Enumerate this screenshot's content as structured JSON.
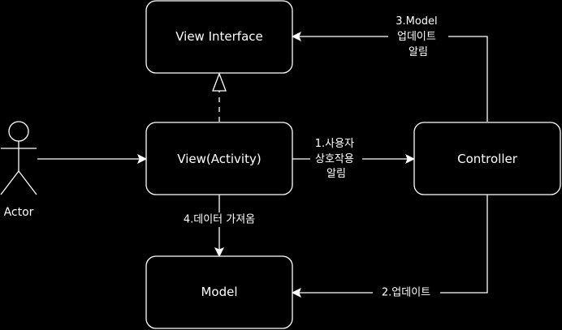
{
  "colors": {
    "background": "#000000",
    "foreground": "#ffffff"
  },
  "actor": {
    "label": "Actor"
  },
  "nodes": {
    "view_interface": "View Interface",
    "view_activity": "View(Activity)",
    "controller": "Controller",
    "model": "Model"
  },
  "edges": {
    "user_interaction": {
      "lines": [
        "1.사용자",
        "상호작용",
        "알림"
      ]
    },
    "update": {
      "lines": [
        "2.업데이트"
      ]
    },
    "model_notify": {
      "lines": [
        "3.Model",
        "업데이트",
        "알림"
      ]
    },
    "fetch_data": {
      "lines": [
        "4.데이터 가져옴"
      ]
    }
  }
}
